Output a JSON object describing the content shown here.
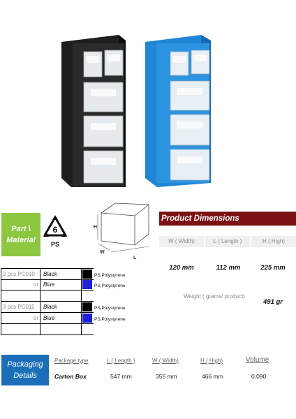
{
  "part_material": {
    "line1": "Part \\",
    "line2": "Material"
  },
  "recycle": {
    "number": "6",
    "code": "PS"
  },
  "cube_labels": {
    "h": "H",
    "w": "W",
    "l": "L"
  },
  "product_dimensions": {
    "title": "Product Dimensions",
    "headers": [
      "W ( Width)",
      "L ( Length )",
      "H ( High)"
    ],
    "values": [
      "120 mm",
      "112 mm",
      "225 mm"
    ],
    "weight_label": "Weight  ( grams/ product)",
    "weight_value": "491 gr"
  },
  "parts": [
    {
      "code": "2 pcs PC010",
      "color": "Black",
      "swatch": "#000000",
      "material": "PS,Polystyrene"
    },
    {
      "code": "or",
      "color": "Blue",
      "swatch": "#1f1fd6",
      "material": "PS,Polystyrene"
    },
    {
      "code": "3 pcs PC011",
      "color": "Black",
      "swatch": "#000000",
      "material": "PS,Polystyrene"
    },
    {
      "code": "or",
      "color": "Blue",
      "swatch": "#1f1fd6",
      "material": "PS,Polystyrene"
    }
  ],
  "packaging": {
    "badge_line1": "Packaging",
    "badge_line2": "Details",
    "headers": [
      "Package type",
      "L ( Length )",
      "W ( Width)",
      "H ( High)",
      "Volume"
    ],
    "values": [
      "Carton Box",
      "547 mm",
      "355 mm",
      "466 mm",
      "0,090"
    ]
  },
  "colors": {
    "green": "#8dc63f",
    "maroon": "#7b1113",
    "blue": "#1b6fb8"
  }
}
